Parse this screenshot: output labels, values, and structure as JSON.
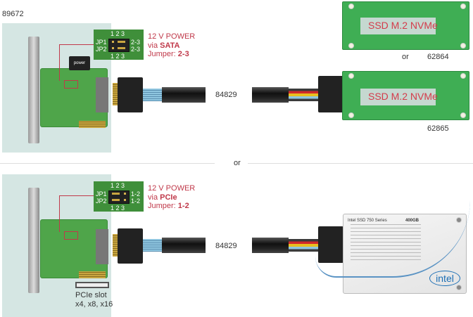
{
  "top_section": {
    "card_id": "89672",
    "jumper": {
      "cols": "1 2 3",
      "jp1": "JP1",
      "jp2": "JP2",
      "setting_right": "2-3"
    },
    "power_line1": "12 V POWER",
    "power_line2_prefix": "via ",
    "power_line2_bold": "SATA",
    "power_line3_prefix": "Jumper: ",
    "power_line3_bold": "2-3",
    "power_connector_label": "power",
    "cable_id": "84829",
    "adapter_1": {
      "label": "SSD M.2 NVMe",
      "id": "62864"
    },
    "or_label": "or",
    "adapter_2": {
      "label": "SSD M.2 NVMe",
      "id": "62865"
    }
  },
  "divider": {
    "or_label": "or"
  },
  "bottom_section": {
    "jumper": {
      "cols": "1 2 3",
      "jp1": "JP1",
      "jp2": "JP2",
      "setting_right": "1-2"
    },
    "power_line1": "12 V POWER",
    "power_line2_prefix": "via ",
    "power_line2_bold": "PCIe",
    "power_line3_prefix": "Jumper: ",
    "power_line3_bold": "1-2",
    "slot_line1": "PCIe slot",
    "slot_line2": "x4, x8, x16",
    "cable_id": "84829",
    "ssd": {
      "brand": "intel",
      "model": "Intel SSD 750 Series",
      "capacity": "400GB"
    }
  }
}
